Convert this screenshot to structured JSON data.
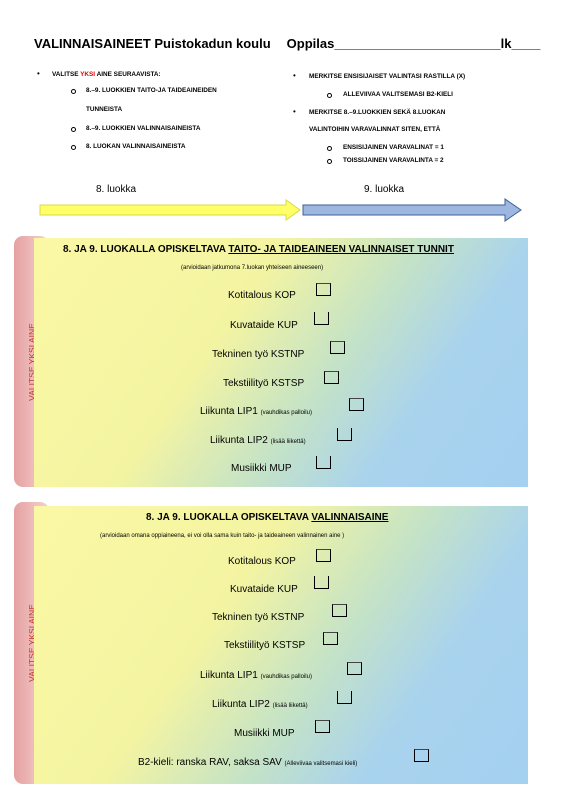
{
  "header": {
    "title": "VALINNAISAINEET Puistokadun koulu",
    "student_label": "Oppilas_______________________lk____"
  },
  "instructions_left": {
    "main_pre": "VALITSE ",
    "main_highlight": "YKSI",
    "main_post": " AINE SEURAAVISTA:",
    "sub": [
      "8.–9. LUOKKIEN TAITO-JA TAIDEAINEIDEN",
      "TUNNEISTA",
      "8.–9. LUOKKIEN VALINNAISAINEISTA",
      "8. LUOKAN VALINNAISAINEISTA"
    ]
  },
  "instructions_right": {
    "item1": "MERKITSE ENSISIJAISET VALINTASI RASTILLA  (X)",
    "item1_sub": "ALLEVIIVAA VALITSEMASI B2-KIELI",
    "item2_line1": "MERKITSE 8.–9.LUOKKIEN SEKÄ 8.LUOKAN",
    "item2_line2": "VALINTOIHIN VARAVALINNAT SITEN, ETTÄ",
    "item2_sub": [
      "ENSISIJAINEN VARAVALINAT = 1",
      "TOISSIJAINEN VARAVALINTA = 2"
    ]
  },
  "grades": {
    "left": "8. luokka",
    "right": "9. luokka"
  },
  "colors": {
    "arrow_left_fill": "#ffff66",
    "arrow_right_fill": "#9db7e0",
    "tab_text": "#c0392b"
  },
  "section1": {
    "tab_label": "VALITSE YKSI AINE",
    "title_pre": "8. JA 9. LUOKALLA OPISKELTAVA ",
    "title_underlined": "TAITO- JA TAIDEAINEEN VALINNAISET TUNNIT",
    "note": "(arvioidaan jatkumona 7.luokan yhteiseen aineeseen)",
    "options": [
      {
        "label": "Kotitalous KOP",
        "small": ""
      },
      {
        "label": "Kuvataide KUP",
        "small": ""
      },
      {
        "label": "Tekninen työ KSTNP",
        "small": ""
      },
      {
        "label": "Tekstiilityö KSTSP",
        "small": ""
      },
      {
        "label": "Liikunta LIP1",
        "small": "(vauhdikas palloilu)"
      },
      {
        "label": "Liikunta LIP2",
        "small": "(lisää liikettä)"
      },
      {
        "label": "Musiikki MUP",
        "small": ""
      }
    ]
  },
  "section2": {
    "tab_label": "VALITSE YKSI AINE",
    "title_pre": "8. JA 9. LUOKALLA OPISKELTAVA ",
    "title_underlined": "VALINNAISAINE",
    "note": "(arvioidaan omana oppiaineena, ei voi olla sama kuin taito- ja taideaineen valinnainen aine )",
    "options": [
      {
        "label": "Kotitalous KOP",
        "small": ""
      },
      {
        "label": "Kuvataide KUP",
        "small": ""
      },
      {
        "label": "Tekninen työ KSTNP",
        "small": ""
      },
      {
        "label": "Tekstiilityö KSTSP",
        "small": ""
      },
      {
        "label": "Liikunta LIP1",
        "small": "(vauhdikas palloilu)"
      },
      {
        "label": "Liikunta LIP2",
        "small": "(lisää liikettä)"
      },
      {
        "label": "Musiikki MUP",
        "small": ""
      },
      {
        "label": "B2-kieli: ranska RAV, saksa SAV",
        "small": "(Alleviivaa valitsemasi kieli)"
      }
    ]
  }
}
